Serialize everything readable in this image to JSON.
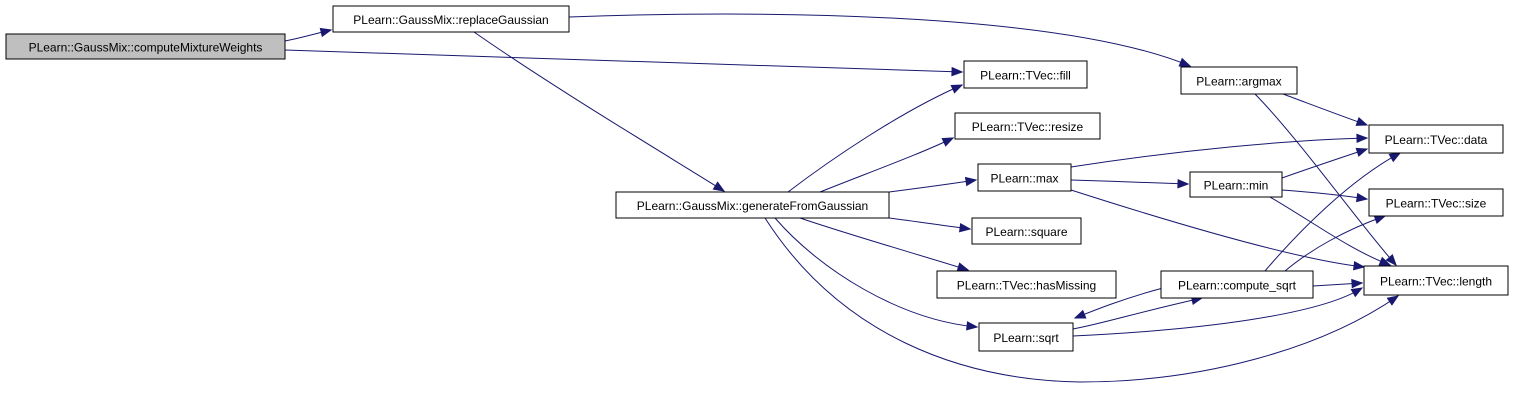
{
  "colors": {
    "edge": "#191970",
    "node_fill": "#ffffff",
    "root_fill": "#bfbfbf",
    "border": "#000000"
  },
  "nodes": [
    {
      "id": "computeMixtureWeights",
      "label": "PLearn::GaussMix::computeMixtureWeights",
      "root": true
    },
    {
      "id": "replaceGaussian",
      "label": "PLearn::GaussMix::replaceGaussian"
    },
    {
      "id": "generateFromGaussian",
      "label": "PLearn::GaussMix::generateFromGaussian"
    },
    {
      "id": "fill",
      "label": "PLearn::TVec::fill"
    },
    {
      "id": "argmax",
      "label": "PLearn::argmax"
    },
    {
      "id": "resize",
      "label": "PLearn::TVec::resize"
    },
    {
      "id": "max",
      "label": "PLearn::max"
    },
    {
      "id": "min",
      "label": "PLearn::min"
    },
    {
      "id": "data",
      "label": "PLearn::TVec::data"
    },
    {
      "id": "size",
      "label": "PLearn::TVec::size"
    },
    {
      "id": "square",
      "label": "PLearn::square"
    },
    {
      "id": "hasMissing",
      "label": "PLearn::TVec::hasMissing"
    },
    {
      "id": "compute_sqrt",
      "label": "PLearn::compute_sqrt"
    },
    {
      "id": "length",
      "label": "PLearn::TVec::length"
    },
    {
      "id": "sqrt",
      "label": "PLearn::sqrt"
    }
  ],
  "edges": [
    {
      "from": "computeMixtureWeights",
      "to": "replaceGaussian"
    },
    {
      "from": "computeMixtureWeights",
      "to": "fill"
    },
    {
      "from": "replaceGaussian",
      "to": "argmax"
    },
    {
      "from": "replaceGaussian",
      "to": "generateFromGaussian"
    },
    {
      "from": "generateFromGaussian",
      "to": "fill"
    },
    {
      "from": "generateFromGaussian",
      "to": "resize"
    },
    {
      "from": "generateFromGaussian",
      "to": "max"
    },
    {
      "from": "generateFromGaussian",
      "to": "square"
    },
    {
      "from": "generateFromGaussian",
      "to": "hasMissing"
    },
    {
      "from": "generateFromGaussian",
      "to": "sqrt"
    },
    {
      "from": "generateFromGaussian",
      "to": "length"
    },
    {
      "from": "argmax",
      "to": "data"
    },
    {
      "from": "argmax",
      "to": "length"
    },
    {
      "from": "max",
      "to": "data"
    },
    {
      "from": "max",
      "to": "min"
    },
    {
      "from": "max",
      "to": "length"
    },
    {
      "from": "min",
      "to": "data"
    },
    {
      "from": "min",
      "to": "size"
    },
    {
      "from": "min",
      "to": "length"
    },
    {
      "from": "compute_sqrt",
      "to": "data"
    },
    {
      "from": "compute_sqrt",
      "to": "size"
    },
    {
      "from": "compute_sqrt",
      "to": "length"
    },
    {
      "from": "compute_sqrt",
      "to": "sqrt"
    },
    {
      "from": "sqrt",
      "to": "compute_sqrt"
    },
    {
      "from": "sqrt",
      "to": "length"
    }
  ]
}
